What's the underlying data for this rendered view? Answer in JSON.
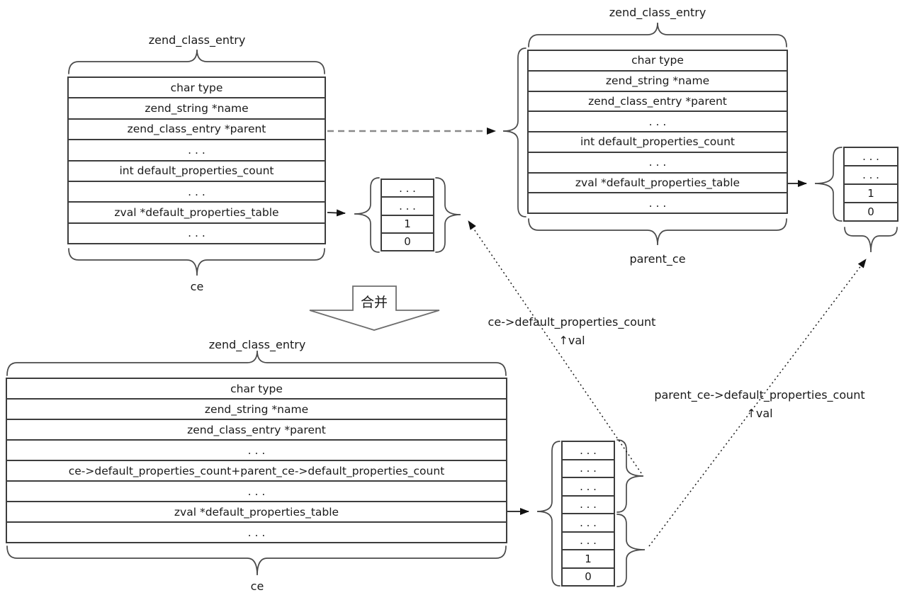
{
  "top_left_table": {
    "title": "zend_class_entry",
    "rows": [
      "char type",
      "zend_string *name",
      "zend_class_entry *parent",
      ". . .",
      "int default_properties_count",
      ". . .",
      "zval *default_properties_table",
      ". . ."
    ],
    "caption": "ce"
  },
  "top_right_table": {
    "title": "zend_class_entry",
    "rows": [
      "char type",
      "zend_string *name",
      "zend_class_entry *parent",
      ". . .",
      "int default_properties_count",
      ". . .",
      "zval *default_properties_table",
      ". . ."
    ],
    "caption": "parent_ce"
  },
  "bottom_table": {
    "title": "zend_class_entry",
    "rows": [
      "char type",
      "zend_string *name",
      "zend_class_entry *parent",
      ". . .",
      "ce->default_properties_count+parent_ce->default_properties_count",
      ". . .",
      "zval *default_properties_table",
      ". . ."
    ],
    "caption": "ce"
  },
  "ce_properties_array": {
    "rows": [
      ". . .",
      ". . .",
      "1",
      "0"
    ]
  },
  "parent_properties_array": {
    "rows": [
      ". . .",
      ". . .",
      "1",
      "0"
    ]
  },
  "merged_properties_array": {
    "rows": [
      ". . .",
      ". . .",
      ". . .",
      ". . .",
      ". . .",
      ". . .",
      "1",
      "0"
    ]
  },
  "merge_arrow_label": "合并",
  "annotations": {
    "ce_count": {
      "line1": "ce->default_properties_count",
      "line2": "↑val"
    },
    "parent_ce_count": {
      "line1": "parent_ce->default_properties_count",
      "line2": "↑val"
    }
  },
  "colors": {
    "line": "#3d3d3d",
    "brace": "#4a4a4a",
    "dashed_arrow": "#8a8a8a",
    "arrowhead": "#111111",
    "text": "#1a1a1a",
    "background": "#ffffff"
  }
}
